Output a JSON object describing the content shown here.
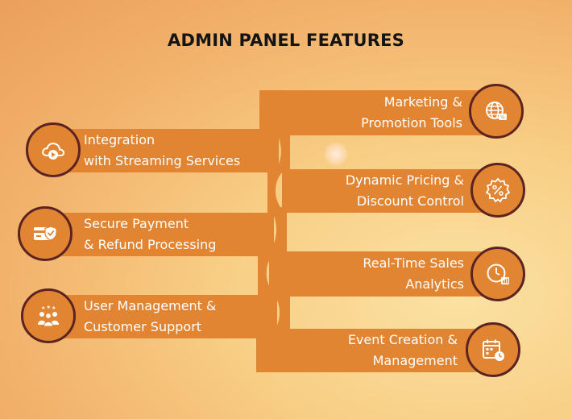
{
  "title": "ADMIN PANEL  FEATURES",
  "colors": {
    "bar": "#e18532",
    "badge_ring": "#5b2322",
    "text_on_bar": "#ffffff",
    "title": "#141414"
  },
  "features": [
    {
      "side": "right",
      "line1": "Marketing &",
      "line2": "Promotion Tools",
      "icon": "globe-tag-icon"
    },
    {
      "side": "left",
      "line1": "Integration",
      "line2": "with  Streaming Services",
      "icon": "cloud-play-icon"
    },
    {
      "side": "right",
      "line1": "Dynamic Pricing &",
      "line2": "Discount Control",
      "icon": "discount-badge-icon"
    },
    {
      "side": "left",
      "line1": "Secure Payment",
      "line2": "& Refund Processing",
      "icon": "card-shield-icon"
    },
    {
      "side": "right",
      "line1": "Real-Time Sales",
      "line2": "Analytics",
      "icon": "clock-chart-icon"
    },
    {
      "side": "left",
      "line1": "User Management &",
      "line2": "Customer Support",
      "icon": "users-group-icon"
    },
    {
      "side": "right",
      "line1": "Event Creation &",
      "line2": "Management",
      "icon": "calendar-clock-icon"
    }
  ]
}
